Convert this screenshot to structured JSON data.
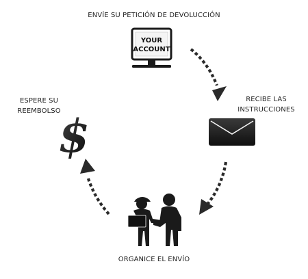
{
  "steps": {
    "request": {
      "label": "ENVÍE SU PETICIÓN DE DEVOLUCCIÓN",
      "monitor_text": [
        "YOUR",
        "ACCOUNT"
      ],
      "icon": "monitor-icon"
    },
    "instructions": {
      "label_lines": [
        "RECIBE LAS",
        "INSTRUCCIONES"
      ],
      "icon": "envelope-icon"
    },
    "shipping": {
      "label": "ORGANICE EL ENVÍO",
      "icon": "handoff-icon"
    },
    "refund": {
      "label_lines": [
        "ESPERE SU",
        "REEMBOLSO"
      ],
      "icon": "dollar-icon",
      "symbol": "$"
    }
  },
  "colors": {
    "icon": "#1a1a1a",
    "arrow": "#2a2a2a",
    "text": "#222222"
  }
}
